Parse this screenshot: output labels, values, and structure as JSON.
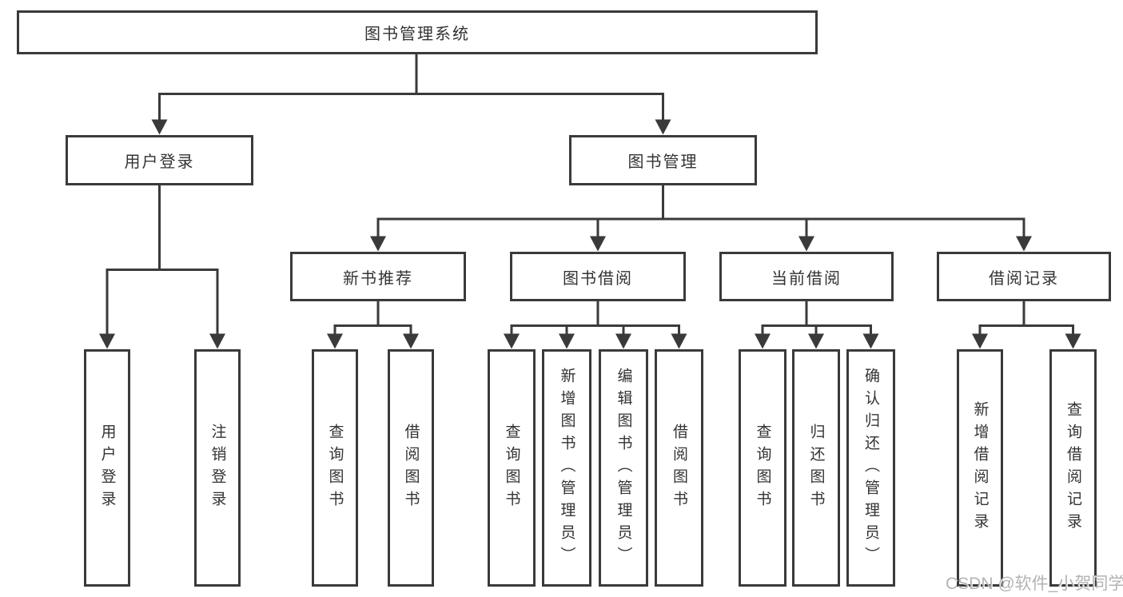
{
  "diagram_type": "function-structure-tree",
  "nodes": {
    "root": "图书管理系统",
    "user_login": "用户登录",
    "book_mgmt": "图书管理",
    "new_book_rec": "新书推荐",
    "book_borrow": "图书借阅",
    "current_borrow": "当前借阅",
    "borrow_record": "借阅记录",
    "leaf_login": "用户登录",
    "leaf_logout": "注销登录",
    "rec_query_book": "查询图书",
    "rec_borrow_book": "借阅图书",
    "bor_query_book": "查询图书",
    "bor_add_book": "新增图书（管理员）",
    "bor_edit_book": "编辑图书（管理员）",
    "bor_borrow_book": "借阅图书",
    "cur_query_book": "查询图书",
    "cur_return_book": "归还图书",
    "cur_confirm_return": "确认归还（管理员）",
    "his_add_record": "新增借阅记录",
    "his_query_record": "查询借阅记录"
  },
  "hierarchy": {
    "图书管理系统": {
      "用户登录": [
        "用户登录",
        "注销登录"
      ],
      "图书管理": {
        "新书推荐": [
          "查询图书",
          "借阅图书"
        ],
        "图书借阅": [
          "查询图书",
          "新增图书（管理员）",
          "编辑图书（管理员）",
          "借阅图书"
        ],
        "当前借阅": [
          "查询图书",
          "归还图书",
          "确认归还（管理员）"
        ],
        "借阅记录": [
          "新增借阅记录",
          "查询借阅记录"
        ]
      }
    }
  },
  "watermark": "CSDN @软件_小贺同学",
  "colors": {
    "line": "#3a3a3a",
    "text": "#333333",
    "box_fill": "#ffffff",
    "background": "#ffffff",
    "watermark": "#b3b3b3"
  }
}
